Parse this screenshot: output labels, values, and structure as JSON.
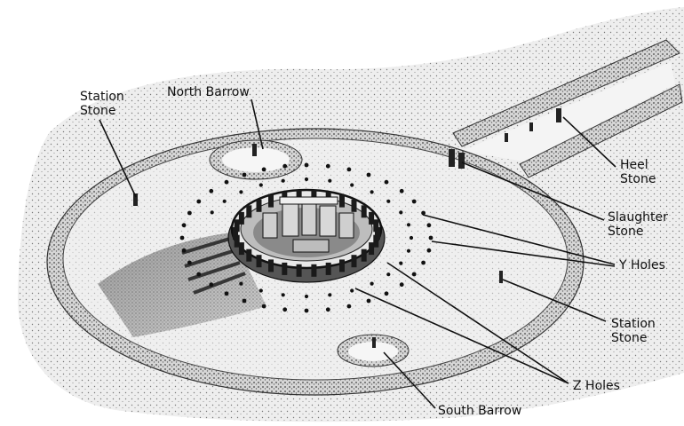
{
  "labels": {
    "station_stone_nw": "Station\nStone",
    "north_barrow": "North Barrow",
    "heel_stone": "Heel\nStone",
    "slaughter_stone": "Slaughter\nStone",
    "y_holes": "Y Holes",
    "station_stone_se": "Station\nStone",
    "z_holes": "Z Holes",
    "south_barrow": "South Barrow"
  }
}
